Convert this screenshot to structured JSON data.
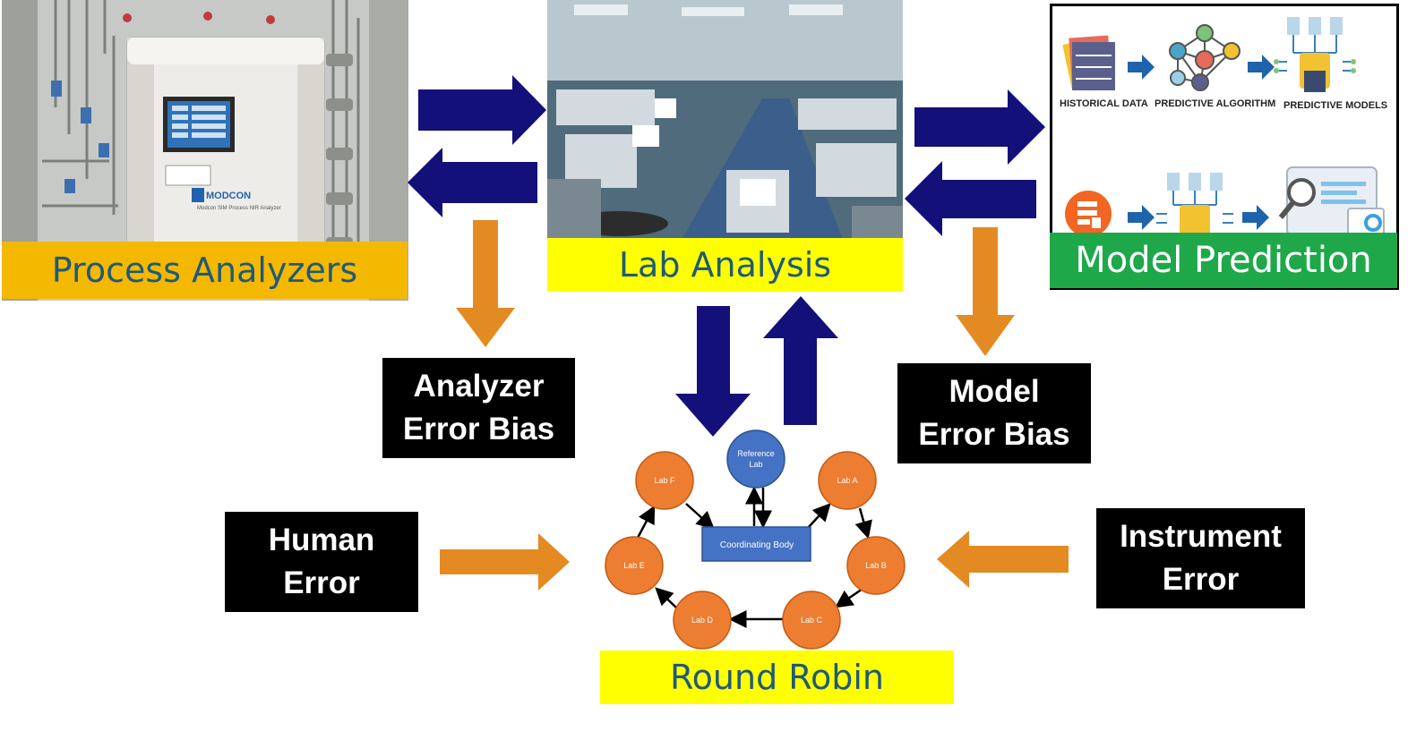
{
  "panels": {
    "process_analyzers": {
      "title": "Process Analyzers",
      "device_brand": "MODCON",
      "device_caption": "Modcon SIM Process NIR Analyzer",
      "banner_color": "#f5b800"
    },
    "lab_analysis": {
      "title": "Lab Analysis",
      "banner_color": "#ffff00"
    },
    "model_prediction": {
      "title": "Model Prediction",
      "banner_color": "#1ea84a",
      "steps": [
        "HISTORICAL DATA",
        "PREDICTIVE ALGORITHM",
        "PREDICTIVE MODELS"
      ]
    }
  },
  "error_boxes": {
    "analyzer": [
      "Analyzer",
      "Error Bias"
    ],
    "model": [
      "Model",
      "Error Bias"
    ],
    "human": [
      "Human",
      "Error"
    ],
    "instrument": [
      "Instrument",
      "Error"
    ]
  },
  "round_robin": {
    "title": "Round Robin",
    "banner_color": "#ffff00",
    "reference_lab": [
      "Reference",
      "Lab"
    ],
    "coordinating_body": "Coordinating Body",
    "labs": [
      "Lab A",
      "Lab B",
      "Lab C",
      "Lab D",
      "Lab E",
      "Lab F"
    ]
  },
  "colors": {
    "navy_arrow": "#141079",
    "orange_arrow": "#e38b22",
    "lab_node": "#ed7d31",
    "reference_node": "#4472c4",
    "coordinating_box": "#4472c4"
  }
}
